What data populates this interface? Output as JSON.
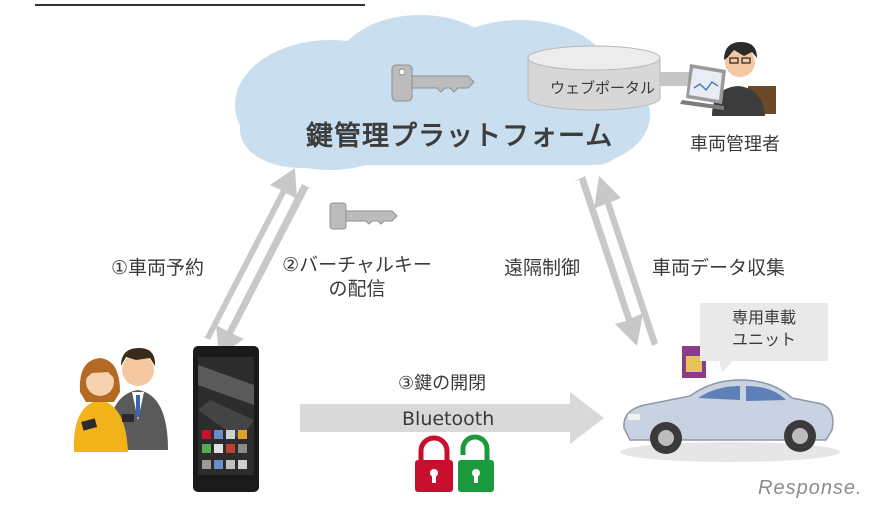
{
  "cloud": {
    "title": "鍵管理プラットフォーム",
    "portal_label": "ウェブポータル"
  },
  "admin": {
    "label": "車両管理者"
  },
  "arrows": {
    "reserve": "①車両予約",
    "virtual_key_line1": "②バーチャルキー",
    "virtual_key_line2": "の配信",
    "remote_control": "遠隔制御",
    "data_collection": "車両データ収集",
    "lock_unlock": "③鍵の開閉",
    "bluetooth": "Bluetooth"
  },
  "unit_bubble": {
    "line1": "専用車載",
    "line2": "ユニット"
  },
  "watermark": "Response.",
  "colors": {
    "cloud": "#c9dff0",
    "arrow": "#c8c8c8",
    "lock_red": "#c8102e",
    "lock_green": "#1a9a3c"
  }
}
